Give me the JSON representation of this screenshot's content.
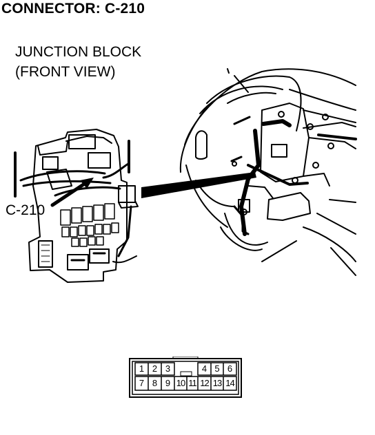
{
  "header": {
    "title": "CONNECTOR: C-210",
    "subtitle_line1": "JUNCTION BLOCK",
    "subtitle_line2": "(FRONT VIEW)"
  },
  "diagram": {
    "callout_label": "C-210",
    "connector_pins_top": [
      "1",
      "2",
      "3",
      "4",
      "5",
      "6"
    ],
    "connector_pins_bottom": [
      "7",
      "8",
      "9",
      "10",
      "11",
      "12",
      "13",
      "14"
    ]
  }
}
